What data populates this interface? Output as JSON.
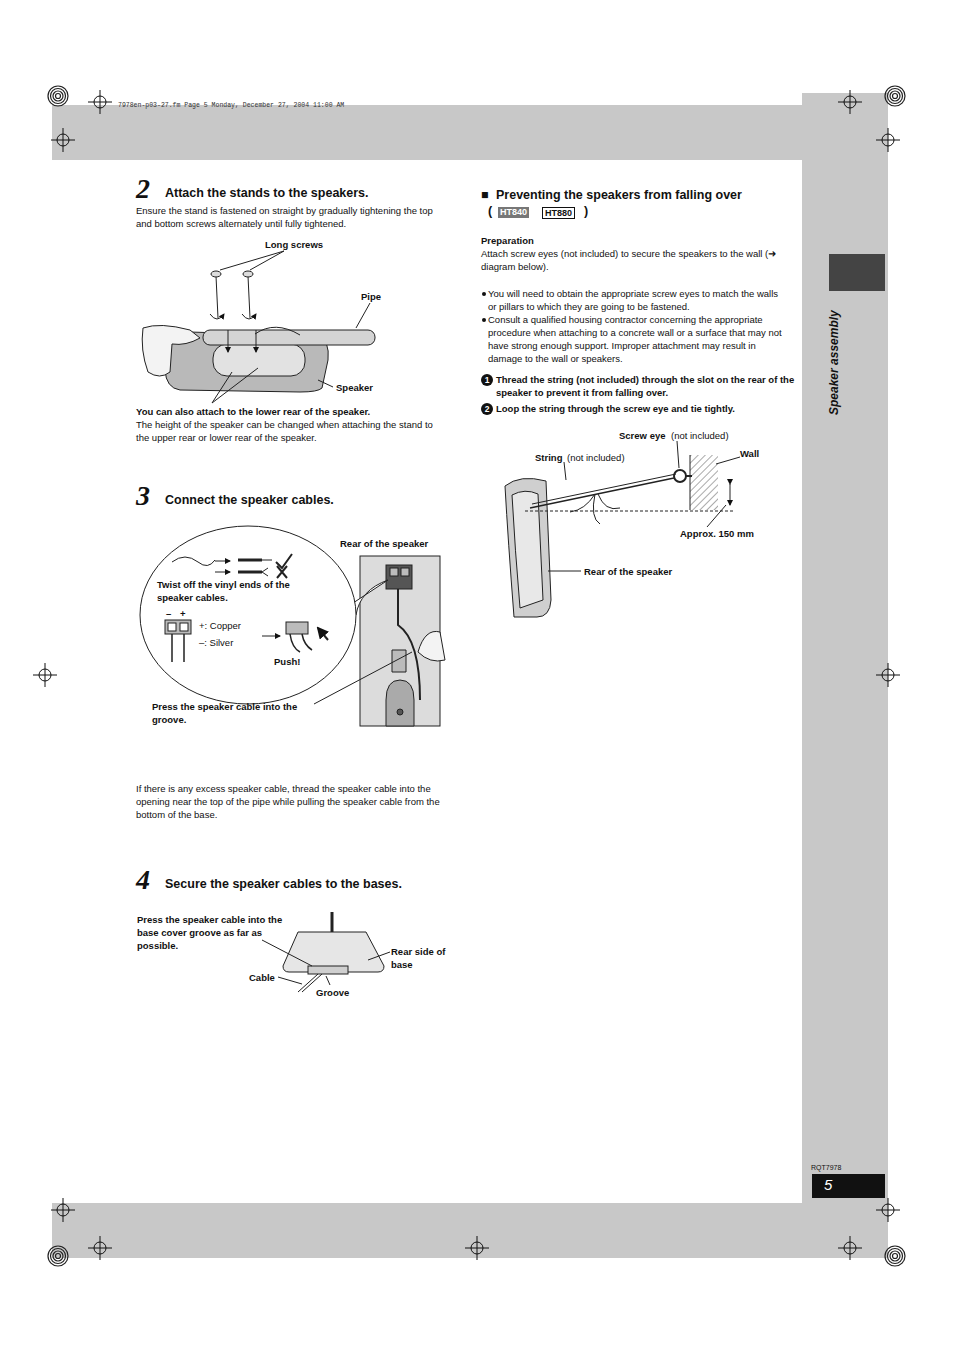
{
  "diagram": {
    "labels": [
      "7978en-p03-27.fm  Page 5  Monday, December 27, 2004  11:00 AM",
      "2",
      "Attach the stands to the speakers.",
      "Ensure the stand is fastened on straight by gradually tightening the top and bottom screws alternately until fully tightened.",
      "Long screws",
      "Pipe",
      "Speaker",
      "You can also attach to the lower rear of the speaker.",
      "The height of the speaker can be changed when attaching the stand to the upper rear or lower rear of the speaker.",
      "3",
      "Connect the speaker cables.",
      "Rear of the speaker",
      "Twist off the vinyl ends of the speaker cables.",
      "–",
      "+",
      "+: Copper",
      "–: Silver",
      "Push!",
      "Press the speaker cable into the groove.",
      "If there is any excess speaker cable, thread the speaker cable into the opening near the top of the pipe while pulling the speaker cable from the bottom of the base.",
      "4",
      "Secure the speaker cables to the bases.",
      "Press the speaker cable into the base cover groove as far as possible.",
      "Rear side of base",
      "Cable",
      "Groove",
      "■",
      "Preventing the speakers from falling over",
      "(",
      "HT840",
      "HT880",
      ")",
      "Preparation",
      "Attach screw eyes (not included) to secure the speakers to the wall (➜ diagram below).",
      "You will need to obtain the appropriate screw eyes to match the walls or pillars to which they are going to be fastened.",
      "Consult a qualified housing contractor concerning the appropriate procedure when attaching to a concrete wall or a surface that may not have strong enough support. Improper attachment may result in damage to the wall or speakers.",
      "1",
      "Thread the string (not included) through the slot on the rear of the speaker to prevent it from falling over.",
      "2",
      "Loop the string through the screw eye and tie tightly.",
      "Screw eye",
      "(not included)",
      "String",
      "(not included)",
      "Wall",
      "Approx. 150 mm",
      "Rear of the speaker",
      "Speaker assembly",
      "RQT7978",
      "5"
    ]
  }
}
